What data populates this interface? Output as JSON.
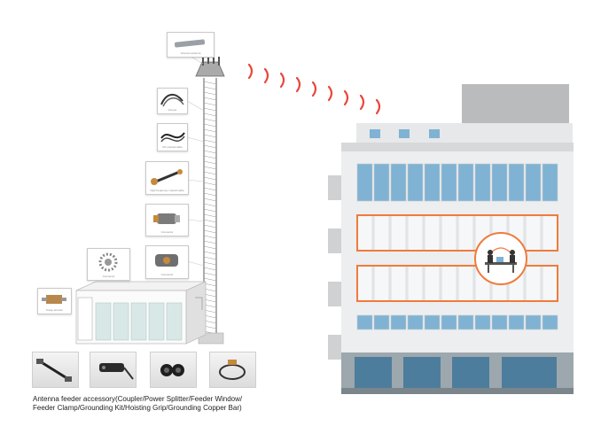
{
  "thumbnails": [
    {
      "id": "antenna",
      "label": "Antenna antenna"
    },
    {
      "id": "jumper",
      "label": "Jumper"
    },
    {
      "id": "rf-cable",
      "label": "RF coaxial cable"
    },
    {
      "id": "feeder",
      "label": "High frequency coaxial cable"
    },
    {
      "id": "connector-1",
      "label": "Connector"
    },
    {
      "id": "connector-2",
      "label": "Connector"
    },
    {
      "id": "connector-3",
      "label": "Connector"
    },
    {
      "id": "surge",
      "label": "Surge arrester"
    }
  ],
  "caption": {
    "line1": "Antenna feeder accessory(Coupler/Power Splitter/Feeder Window/",
    "line2": "Feeder Clamp/Grounding Kit/Hoisting Grip/Grounding Copper Bar)"
  },
  "colors": {
    "signal": "#e8463a",
    "highlight": "#f07b3c",
    "window_blue": "#7fb2d3",
    "window_dark": "#4d7d9c",
    "building": "#e8eaec"
  }
}
